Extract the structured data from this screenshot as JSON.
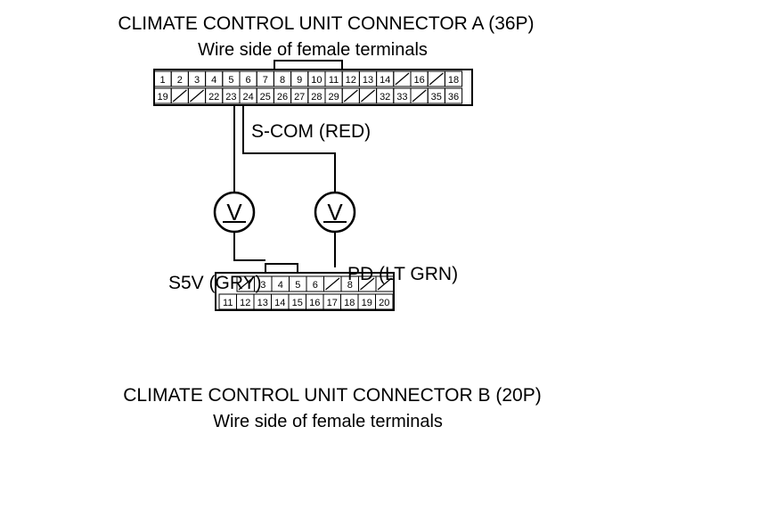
{
  "connector_a": {
    "title": "CLIMATE CONTROL UNIT CONNECTOR A (36P)",
    "subtitle": "Wire side of female terminals",
    "row_top": [
      "1",
      "2",
      "3",
      "4",
      "5",
      "6",
      "7",
      "8",
      "9",
      "10",
      "11",
      "12",
      "13",
      "14",
      "",
      "16",
      "",
      "18"
    ],
    "row_bottom": [
      "19",
      "",
      "",
      "22",
      "23",
      "24",
      "25",
      "26",
      "27",
      "28",
      "29",
      "",
      "",
      "32",
      "33",
      "",
      "35",
      "36"
    ]
  },
  "connector_b": {
    "title": "CLIMATE CONTROL UNIT CONNECTOR B (20P)",
    "subtitle": "Wire side of female terminals",
    "row_top": [
      "",
      "3",
      "4",
      "5",
      "6",
      "",
      "8",
      "",
      ""
    ],
    "row_bottom": [
      "11",
      "12",
      "13",
      "14",
      "15",
      "16",
      "17",
      "18",
      "19",
      "20"
    ]
  },
  "labels": {
    "scom": "S-COM (RED)",
    "s5v": "S5V (GRY)",
    "pd": "PD (LT GRN)"
  },
  "meters": [
    {
      "name": "voltmeter-1",
      "symbol": "V"
    },
    {
      "name": "voltmeter-2",
      "symbol": "V"
    }
  ]
}
